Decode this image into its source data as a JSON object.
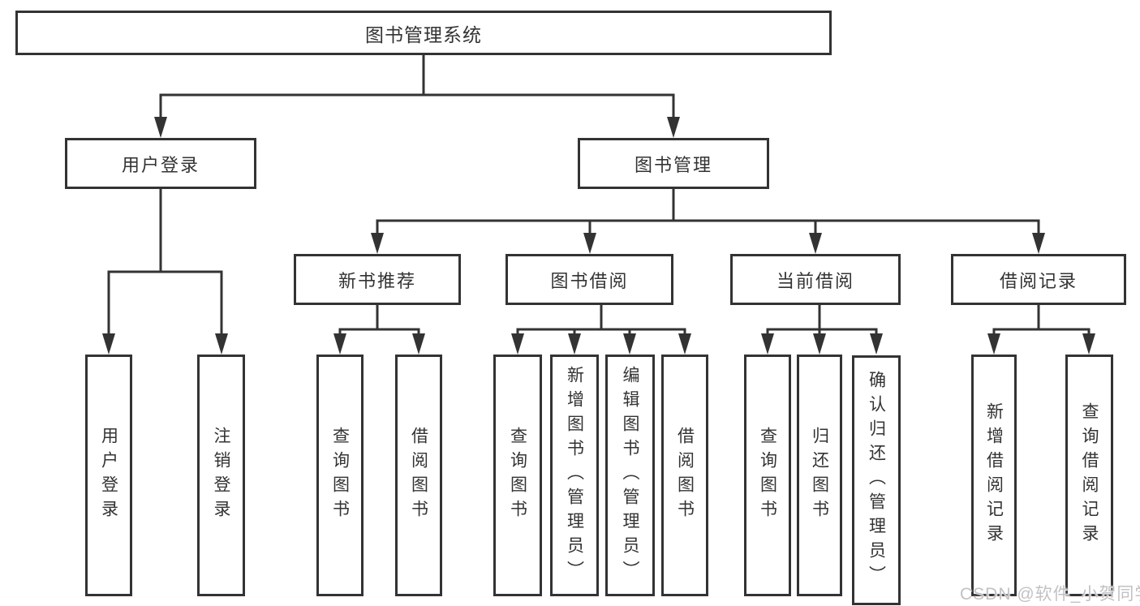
{
  "tree": {
    "root": {
      "label": "图书管理系统"
    },
    "branches": [
      {
        "label": "用户登录",
        "leaves": [
          {
            "label": "用户登录"
          },
          {
            "label": "注销登录"
          }
        ]
      },
      {
        "label": "图书管理",
        "groups": [
          {
            "label": "新书推荐",
            "leaves": [
              {
                "label": "查询图书"
              },
              {
                "label": "借阅图书"
              }
            ]
          },
          {
            "label": "图书借阅",
            "leaves": [
              {
                "label": "查询图书"
              },
              {
                "label": "新增图书（管理员）"
              },
              {
                "label": "编辑图书（管理员）"
              },
              {
                "label": "借阅图书"
              }
            ]
          },
          {
            "label": "当前借阅",
            "leaves": [
              {
                "label": "查询图书"
              },
              {
                "label": "归还图书"
              },
              {
                "label": "确认归还（管理员）"
              }
            ]
          },
          {
            "label": "借阅记录",
            "leaves": [
              {
                "label": "新增借阅记录"
              },
              {
                "label": "查询借阅记录"
              }
            ]
          }
        ]
      }
    ]
  },
  "watermark": {
    "text": "CSDN @软件_小贺同学"
  },
  "colors": {
    "background": "#ffffff",
    "node_fill": "#ffffff",
    "node_border": "#333333",
    "connector": "#333333",
    "text": "#333333",
    "watermark": "#c2c2c2"
  }
}
